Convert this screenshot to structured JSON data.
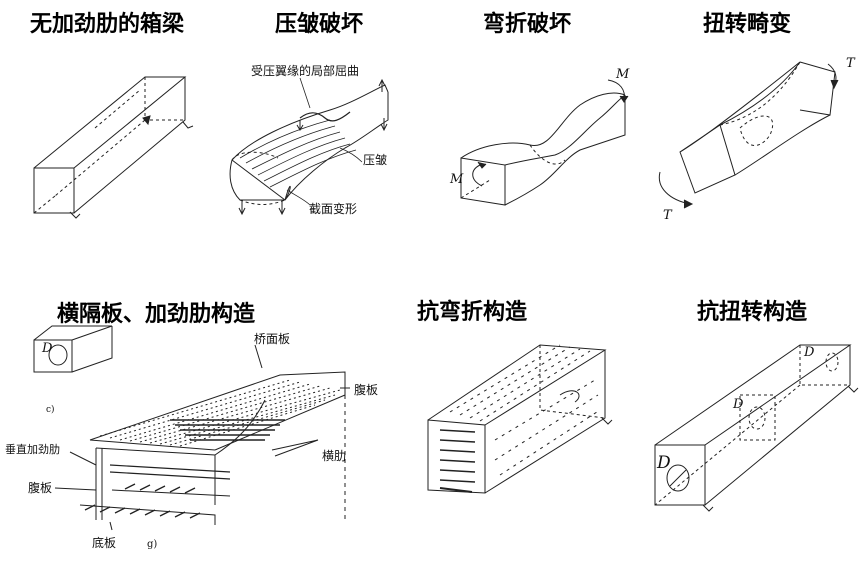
{
  "titles": {
    "no_stiffener": "无加劲肋的箱梁",
    "compression_buckling": "压皱破坏",
    "bending_failure": "弯折破坏",
    "torsional_distortion": "扭转畸变",
    "diaphragm_stiffener": "横隔板、加劲肋构造",
    "anti_bending": "抗弯折构造",
    "anti_torsion": "抗扭转构造"
  },
  "labels": {
    "flange_local_buckling": "受压翼缘的局部屈曲",
    "crumple": "压皱",
    "section_deformation": "截面变形",
    "deck_plate": "桥面板",
    "web_right": "腹板",
    "vertical_stiffener": "垂直加劲肋",
    "transverse_rib": "横肋",
    "web_left": "腹板",
    "bottom_plate": "底板",
    "fig_c": "c)",
    "fig_g": "g)"
  },
  "symbols": {
    "moment_right": "M",
    "moment_left": "M",
    "torque_top": "T",
    "torque_bottom": "T",
    "diaphragm_small": "D",
    "diaphragm_far": "D",
    "diaphragm_mid": "D",
    "diaphragm_near": "D"
  }
}
